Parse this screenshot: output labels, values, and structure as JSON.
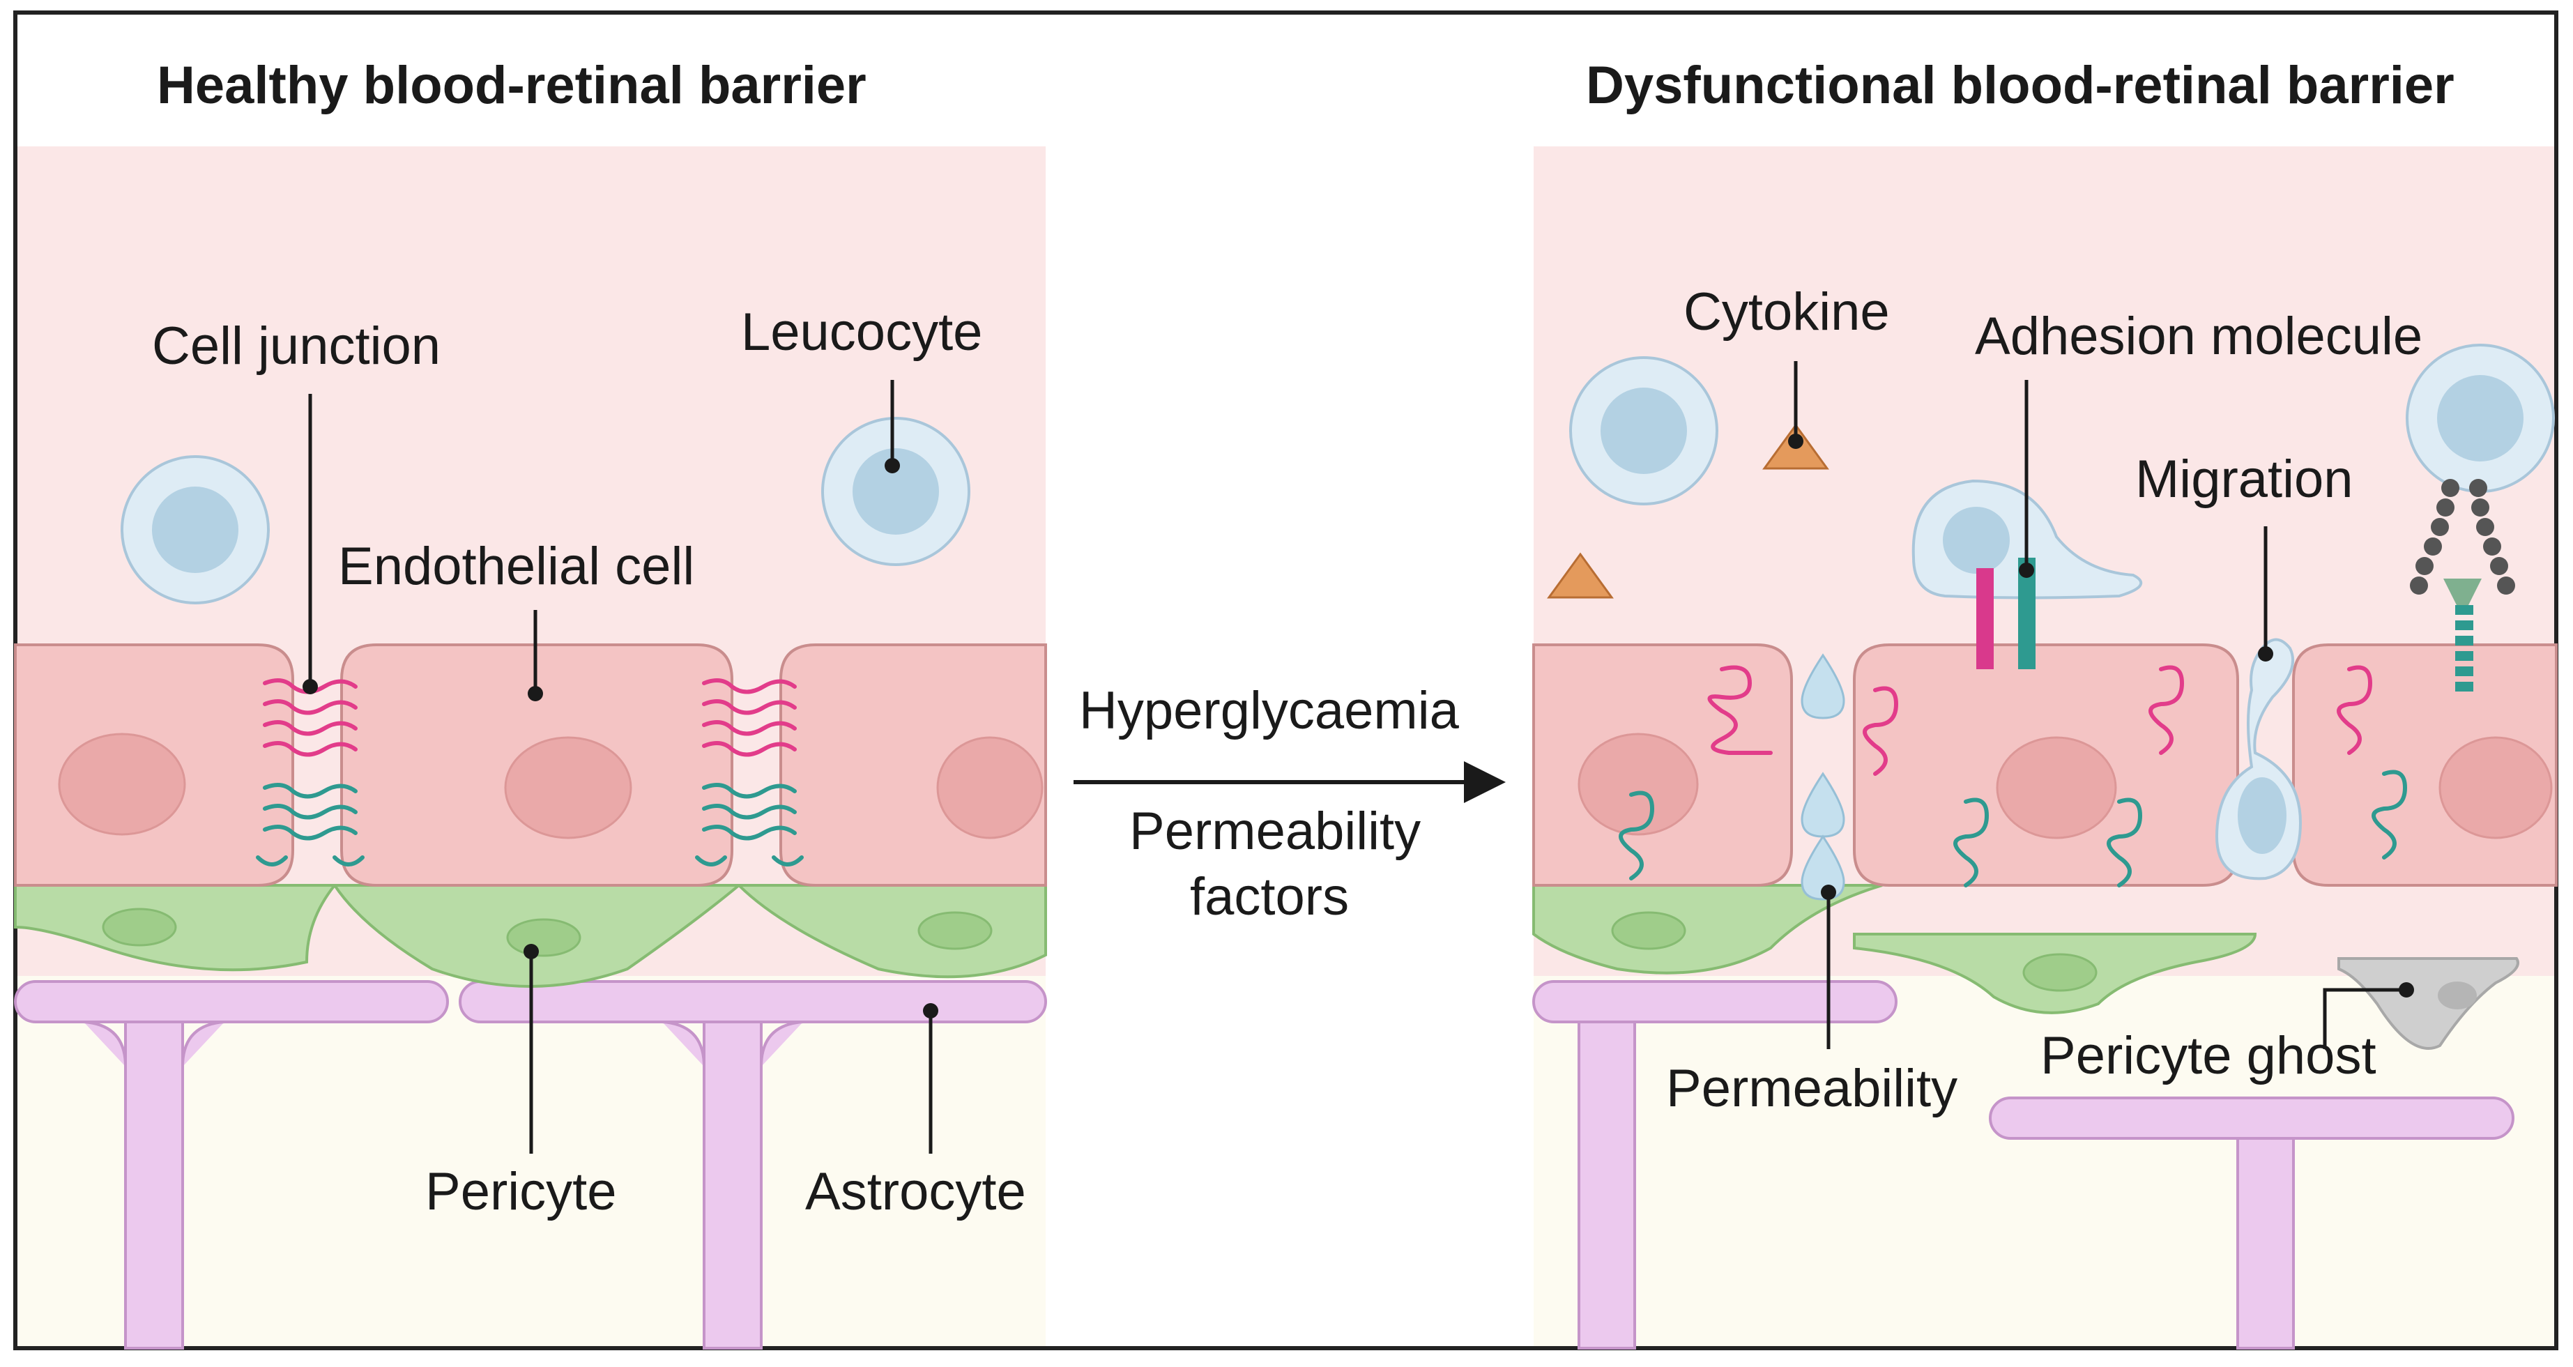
{
  "panels": {
    "healthy": {
      "title": "Healthy blood-retinal barrier",
      "labels": {
        "cell_junction": "Cell junction",
        "leucocyte": "Leucocyte",
        "endothelial_cell": "Endothelial cell",
        "pericyte": "Pericyte",
        "astrocyte": "Astrocyte"
      }
    },
    "dysfunctional": {
      "title": "Dysfunctional blood-retinal barrier",
      "labels": {
        "cytokine": "Cytokine",
        "adhesion_molecule": "Adhesion molecule",
        "migration": "Migration",
        "permeability": "Permeability",
        "pericyte_ghost": "Pericyte ghost"
      }
    }
  },
  "transition": {
    "trigger": "Hyperglycaemia",
    "factors_line1": "Permeability",
    "factors_line2": "factors"
  },
  "colors": {
    "lumen": "#fbe7e7",
    "tissue": "#fdfbf1",
    "endothelial": "#f4c4c4",
    "pericyte": "#b8dca6",
    "astrocyte": "#ecc9ee",
    "leucocyte": "#deecf5",
    "cytokine": "#e49a5c",
    "junction_magenta": "#e23c8a",
    "junction_teal": "#2e9a90",
    "pericyte_ghost": "#cfcfcf"
  }
}
